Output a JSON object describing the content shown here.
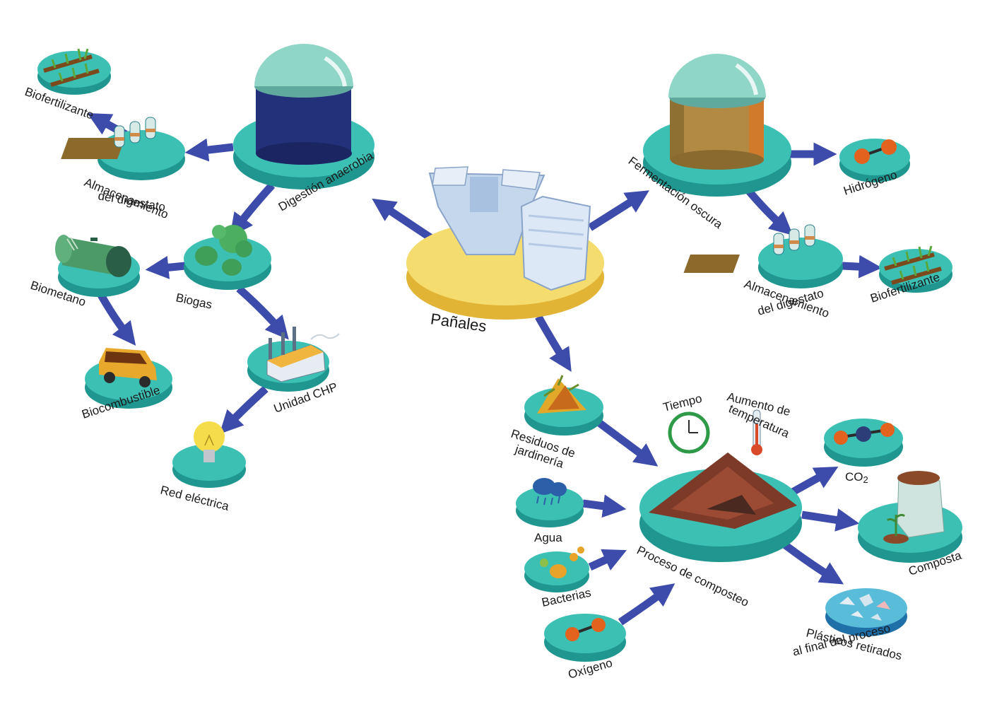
{
  "center": {
    "label": "Pañales"
  },
  "anaerobic": {
    "process": "Digestión anaerobia",
    "storage_line1": "Almacenamiento",
    "storage_line2": "del digestato",
    "biofertilizer": "Biofertilizante",
    "biogas": "Biogas",
    "biomethane": "Biometano",
    "biofuel": "Biocombustible",
    "chp": "Unidad CHP",
    "grid": "Red eléctrica"
  },
  "dark_fermentation": {
    "process": "Fermentación oscura",
    "hydrogen": "Hidrógeno",
    "storage_line1": "Almacenamiento",
    "storage_line2": "del digestato",
    "biofertilizer": "Biofertilizante"
  },
  "composting": {
    "process": "Proceso de composteo",
    "garden_line1": "Residuos de",
    "garden_line2": "jardinería",
    "water": "Agua",
    "bacteria": "Bacterias",
    "oxygen": "Oxígeno",
    "time": "Tiempo",
    "temp_line1": "Aumento de",
    "temp_line2": "temperatura",
    "co2_main": "CO",
    "co2_sub": "2",
    "compost": "Composta",
    "plastics_line1": "Plásticos retirados",
    "plastics_line2": "al final del proceso"
  },
  "colors": {
    "teal_top": "#3cc0b4",
    "teal_side": "#1f9790",
    "yellow_top": "#f5dc6e",
    "yellow_side": "#e2b436",
    "arrow": "#3d4bab",
    "dome": "#8fd6c6",
    "tank_blue": "#23307a",
    "tank_orange": "#c28a3a"
  }
}
